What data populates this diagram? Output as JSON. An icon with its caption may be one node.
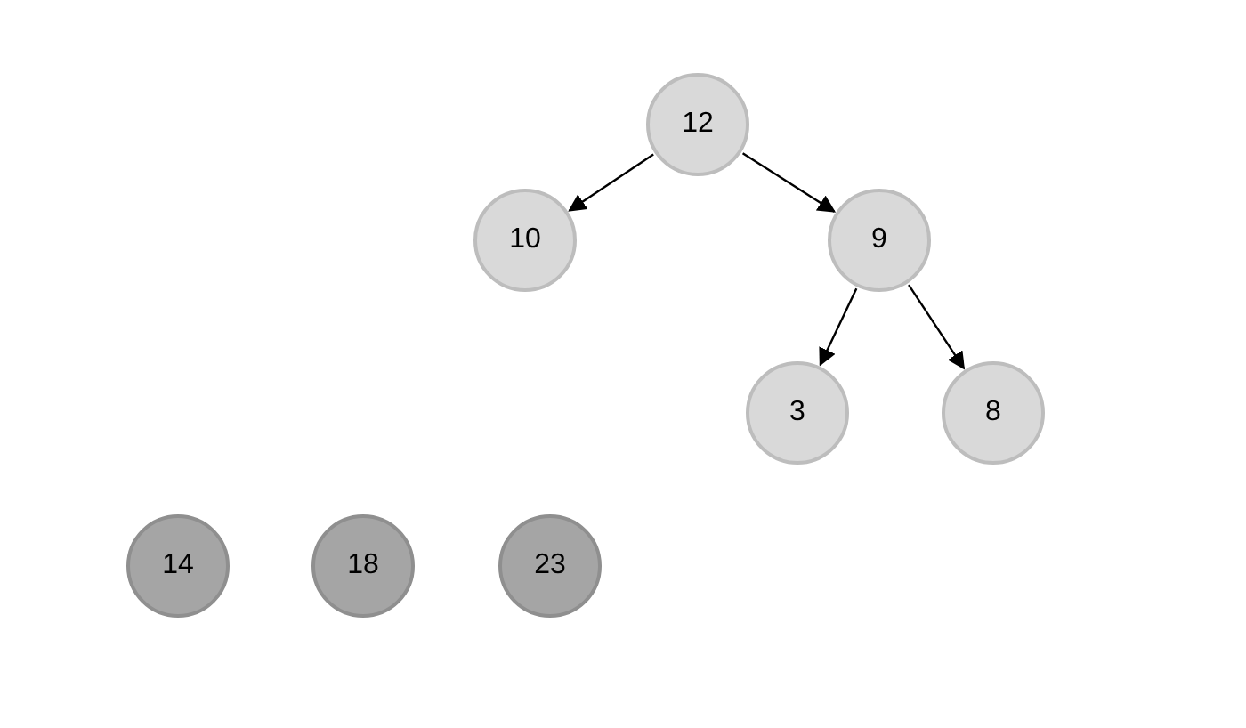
{
  "diagram": {
    "nodes": [
      {
        "text": [
          "12"
        ]
      },
      {
        "text": [
          "10"
        ]
      },
      {
        "text": [
          "9"
        ]
      },
      {
        "text": [
          "3"
        ]
      },
      {
        "text": [
          "8"
        ]
      },
      {
        "text": [
          "14"
        ]
      },
      {
        "text": [
          "18"
        ]
      },
      {
        "text": [
          "23"
        ]
      }
    ],
    "edges": [
      {
        "from": 0,
        "to": 1,
        "arrow": "to"
      },
      {
        "from": 0,
        "to": 2,
        "arrow": "to"
      },
      {
        "from": 2,
        "to": 3,
        "arrow": "to"
      },
      {
        "from": 2,
        "to": 4,
        "arrow": "to"
      }
    ]
  }
}
